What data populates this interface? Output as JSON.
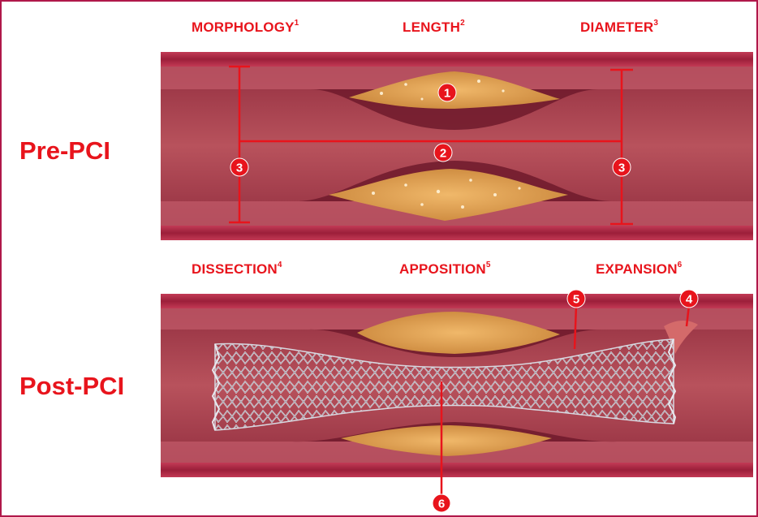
{
  "pre": {
    "label": "Pre-PCI",
    "headers": [
      {
        "text": "MORPHOLOGY",
        "sup": "1"
      },
      {
        "text": "LENGTH",
        "sup": "2"
      },
      {
        "text": "DIAMETER",
        "sup": "3"
      }
    ],
    "badges": [
      "1",
      "2",
      "3",
      "3"
    ]
  },
  "post": {
    "label": "Post-PCI",
    "headers": [
      {
        "text": "DISSECTION",
        "sup": "4"
      },
      {
        "text": "APPOSITION",
        "sup": "5"
      },
      {
        "text": "EXPANSION",
        "sup": "6"
      }
    ],
    "badges": [
      "4",
      "5",
      "6"
    ]
  },
  "colors": {
    "accent": "#e8141c",
    "frame": "#b0174a",
    "vessel_wall": "#b8334d",
    "lumen": "#a83a4a",
    "plaque": "#e0a055"
  }
}
